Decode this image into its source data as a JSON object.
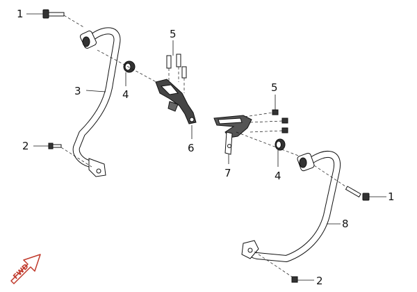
{
  "callouts": {
    "c1_left": "1",
    "c1_right": "1",
    "c2_left": "2",
    "c2_right": "2",
    "c3": "3",
    "c4_left": "4",
    "c4_right": "4",
    "c5_left": "5",
    "c5_right": "5",
    "c6": "6",
    "c7": "7",
    "c8": "8"
  },
  "fwd_badge": {
    "text": "FWD",
    "color": "#c0392b"
  },
  "icons": {
    "fwd_arrow": "fwd-arrow-icon"
  }
}
